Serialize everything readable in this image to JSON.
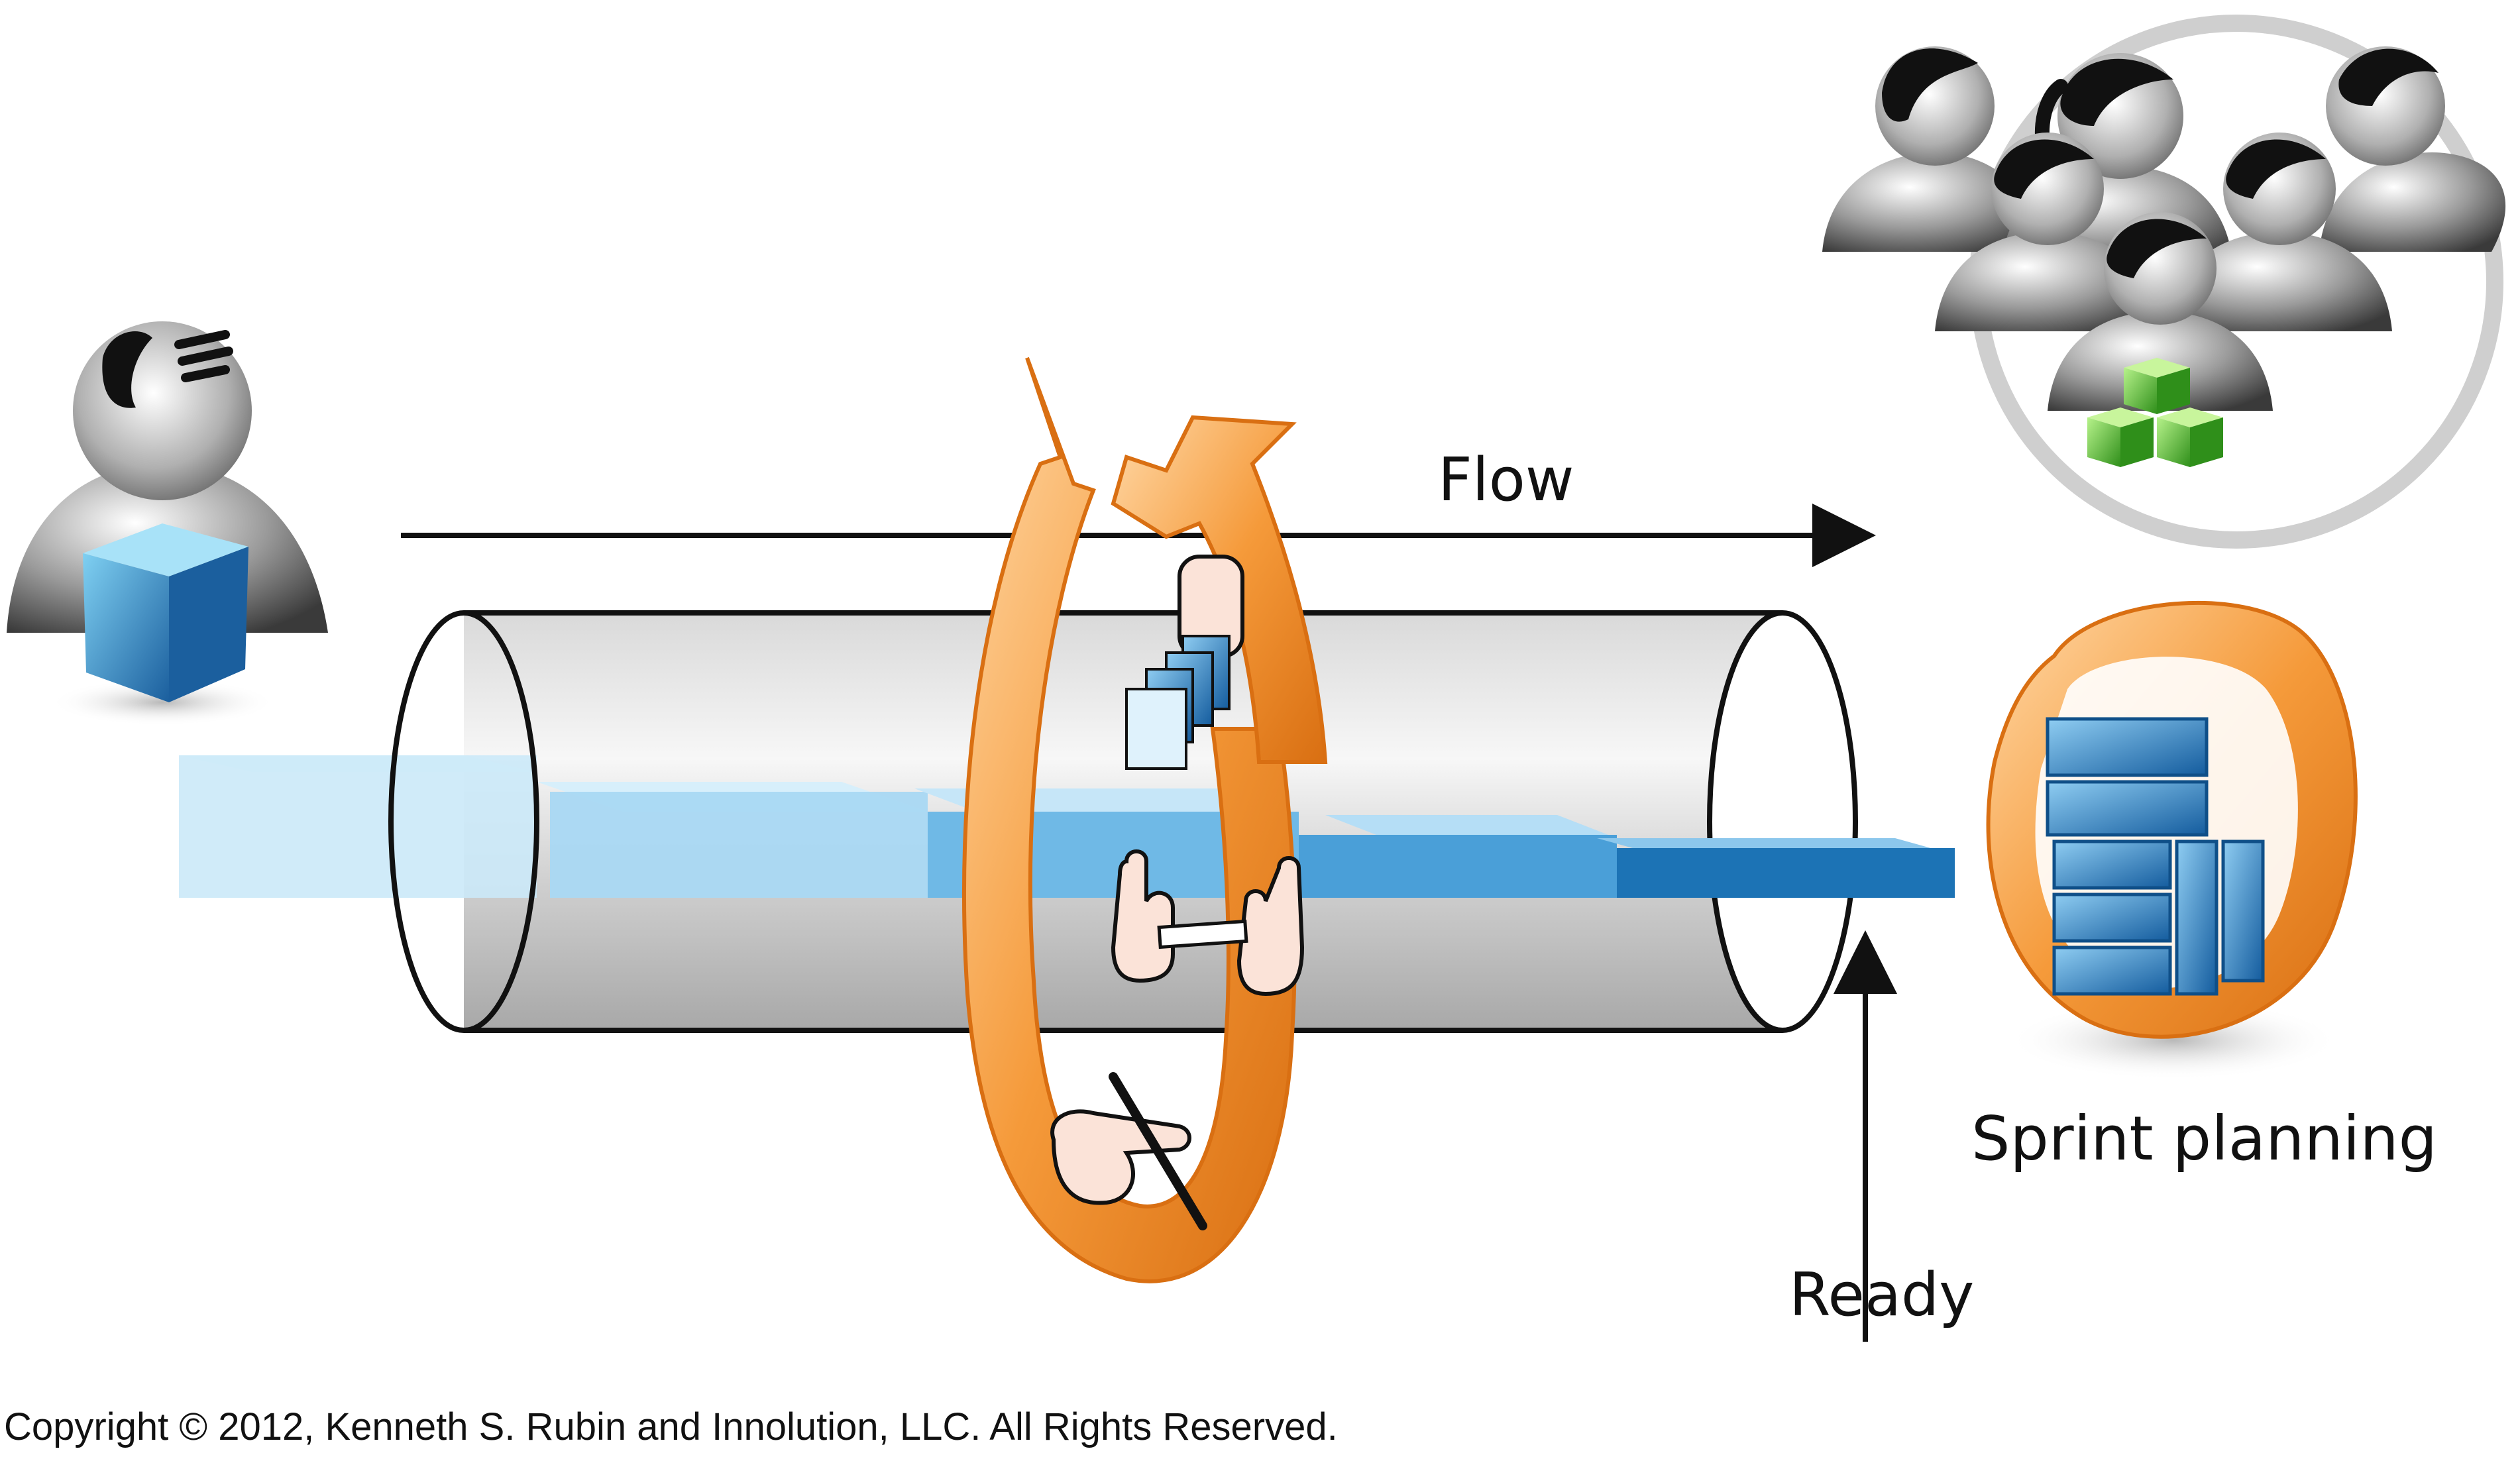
{
  "labels": {
    "flow": "Flow",
    "ready": "Ready",
    "sprint_planning": "Sprint planning"
  },
  "footer": {
    "copyright": "Copyright © 2012, Kenneth S. Rubin and Innolution, LLC. All Rights Reserved."
  },
  "icons": [
    "product-owner-icon",
    "cube-icon",
    "team-icon",
    "green-cubes-icon",
    "refinement-cycle-icon",
    "hand-pointing-icon",
    "hands-measuring-icon",
    "hand-writing-icon",
    "sprint-planning-icon"
  ],
  "colors": {
    "orange": "#f39a3b",
    "blue": "#1c73b5",
    "light_blue": "#bfe4f6",
    "green": "#5cc22e",
    "tube_gray": "#d4d4d4"
  }
}
